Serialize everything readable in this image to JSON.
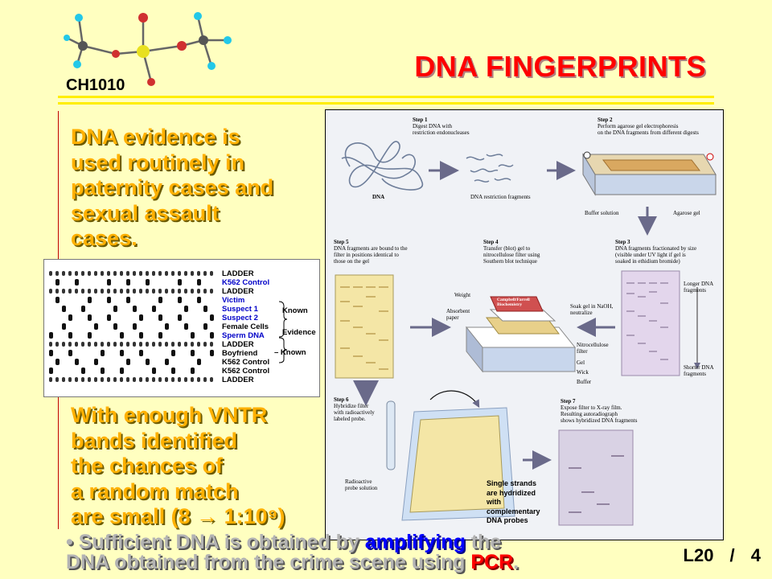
{
  "header": {
    "course": "CH1010",
    "title": "DNA FINGERPRINTS"
  },
  "left": {
    "para1": "DNA evidence is\nused routinely in\npaternity cases and\nsexual assault\ncases.",
    "para2": "With enough VNTR\nbands identified\nthe chances of\na random match\nare small (8 → 1:10⁹)"
  },
  "gel": {
    "lanes": [
      "LADDER",
      "K562 Control",
      "LADDER",
      "Victim",
      "Suspect 1",
      "Suspect 2",
      "Female Cells",
      "Sperm DNA",
      "LADDER",
      "Boyfriend",
      "K562 Control",
      "K562 Control",
      "LADDER"
    ],
    "lane_colors": [
      "#000",
      "#0000c8",
      "#000",
      "#0000c8",
      "#0000c8",
      "#0000c8",
      "#000",
      "#0000c8",
      "#000",
      "#000",
      "#000",
      "#000",
      "#000"
    ],
    "bracket_known": "Known",
    "bracket_evidence": "Evidence",
    "dash_known": "– Known"
  },
  "figure": {
    "step1_title": "Step 1",
    "step1_text": "Digest DNA with\nrestriction endonucleases",
    "dna_label": "DNA",
    "fragments_label": "DNA restriction fragments",
    "step2_title": "Step 2",
    "step2_text": "Perform agarose gel electrophoresis\non the DNA fragments from different digests",
    "buffer_label": "Buffer solution",
    "agarose_label": "Agarose gel",
    "step3_title": "Step 3",
    "step3_text": "DNA fragments fractionated by size\n(visible under UV light if gel is\nsoaked in ethidium bromide)",
    "longer_label": "Longer DNA\nfragments",
    "shorter_label": "Shorter DNA\nfragments",
    "step4_title": "Step 4",
    "step4_text": "Transfer (blot) gel to\nnitrocellulose filter using\nSouthern blot technique",
    "weight_label": "Weight",
    "book_label": "Campbell/Farrell\nBiochemistry",
    "absorbent_label": "Absorbent\npaper",
    "soak_label": "Soak gel in NaOH,\nneutralize",
    "nitro_label": "Nitrocellulose\nfilter",
    "gel_label": "Gel",
    "wick_label": "Wick",
    "buffer2_label": "Buffer",
    "step5_title": "Step 5",
    "step5_text": "DNA fragments are bound to the\nfilter in positions identical to\nthose on the gel",
    "step6_title": "Step 6",
    "step6_text": "Hybridize filter\nwith radioactively\nlabeled probe.",
    "probe_label": "Radioactive\nprobe solution",
    "step7_title": "Step 7",
    "step7_text": "Expose filter to X-ray film.\nResulting autoradiograph\nshows hybridized DNA fragments",
    "strands_note": "Single strands\nare hydridized\nwith\ncomplementary\nDNA probes"
  },
  "bottom": {
    "lead": "• Sufficient DNA is obtained by ",
    "amplifying": "amplifying",
    "mid1": " the",
    "line2": "DNA obtained from the crime scene using ",
    "pcr": "PCR",
    "end": "."
  },
  "footer": {
    "slide_number": "L20 / 4"
  },
  "colors": {
    "title": "#ff0000",
    "bullet": "#ffb000",
    "background": "#ffffc0",
    "rule": "#ffee00"
  }
}
